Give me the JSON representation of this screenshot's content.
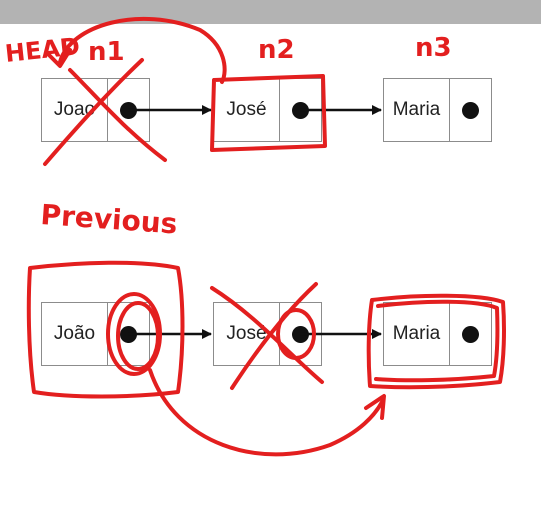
{
  "diagram": {
    "annotation_color": "#e31f1f",
    "top_list": {
      "labels": {
        "head": "HEAD",
        "n1": "n1",
        "n2": "n2",
        "n3": "n3"
      },
      "nodes": [
        {
          "value": "Joao",
          "pointer": "dot"
        },
        {
          "value": "José",
          "pointer": "dot"
        },
        {
          "value": "Maria",
          "pointer": "dot"
        }
      ]
    },
    "bottom_list": {
      "label": "Previous",
      "nodes": [
        {
          "value": "João",
          "pointer": "dot"
        },
        {
          "value": "José",
          "pointer": "dot"
        },
        {
          "value": "Maria",
          "pointer": "dot"
        }
      ]
    }
  }
}
